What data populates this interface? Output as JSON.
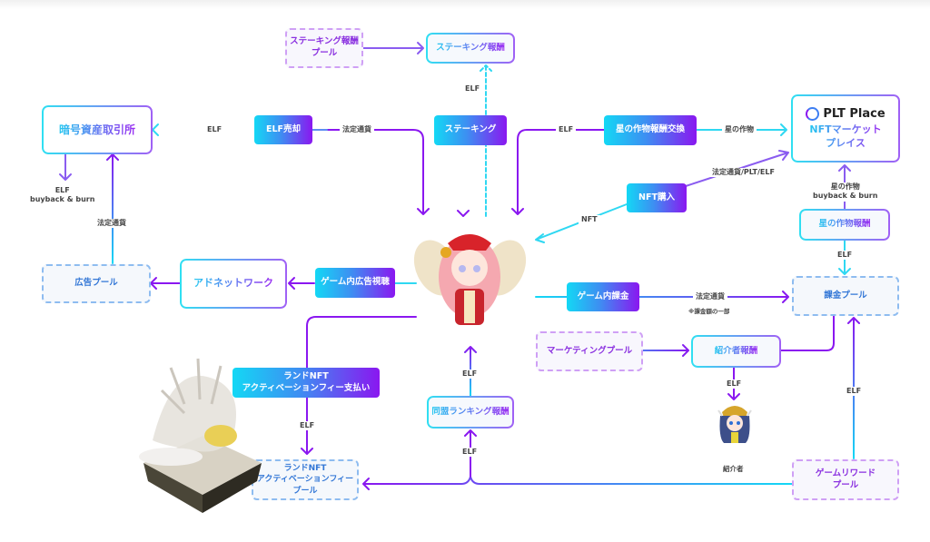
{
  "nodes": {
    "staking_reward_pool": "ステーキング報酬\nプール",
    "staking_reward": "ステーキング報酬",
    "staking": "ステーキング",
    "exchange": "暗号資産取引所",
    "elf_sell": "ELF売却",
    "star_crop_exchange": "星の作物報酬交換",
    "plt_place_logo": "PLT Place",
    "nft_market": "NFTマーケット\nプレイス",
    "nft_purchase": "NFT購入",
    "star_crop_reward": "星の作物報酬",
    "ad_pool": "広告プール",
    "ad_network": "アドネットワーク",
    "ingame_ad": "ゲーム内広告視聴",
    "ingame_billing": "ゲーム内課金",
    "billing_pool": "課金プール",
    "marketing_pool": "マーケティングプール",
    "referrer_reward": "紹介者報酬",
    "land_nft_payment": "ランドNFT\nアクティベーションフィー支払い",
    "guild_ranking_reward": "同盟ランキング報酬",
    "land_nft_pool": "ランドNFT\nアクティベーションフィー\nプール",
    "game_reward_pool": "ゲームリワード\nプール",
    "referrer": "紹介者"
  },
  "labels": {
    "elf_staking": "ELF",
    "elf_exchange": "ELF",
    "fiat_staking": "法定通貨",
    "elf_crop": "ELF",
    "star_crop_label": "星の作物",
    "elf_burn": "ELF\nbuyback & burn",
    "fiat_exchange": "法定通貨",
    "fiat_plt_elf": "法定通貨/PLT/ELF",
    "nft": "NFT",
    "crop_burn": "星の作物\nbuyback & burn",
    "elf_billing": "ELF",
    "fiat_billing": "法定通貨",
    "billing_note": "※課金額の一部",
    "elf_referrer": "ELF",
    "elf_land": "ELF",
    "elf_guild_up": "ELF",
    "elf_guild_down": "ELF",
    "elf_game_reward": "ELF"
  },
  "colors": {
    "cyan": "#13d8f5",
    "purple": "#8a17f0",
    "dash_blue": "#8ebcf0",
    "dash_purple": "#cfa0f5"
  }
}
